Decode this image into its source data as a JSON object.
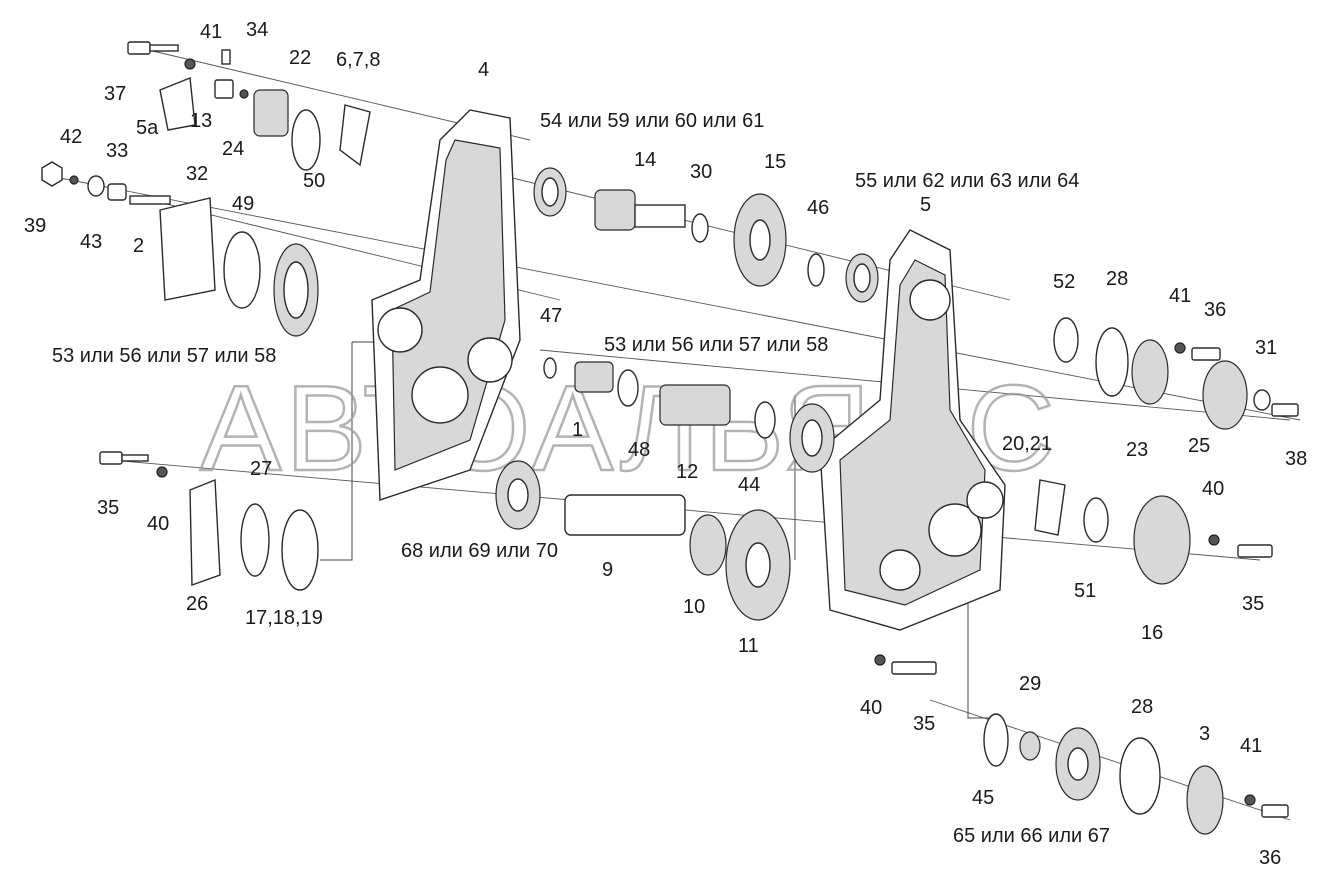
{
  "watermark": "АВТОАЛЬЯНС",
  "labels": {
    "l41a": "41",
    "l34": "34",
    "l22": "22",
    "l678": "6,7,8",
    "l4": "4",
    "l37": "37",
    "l5a": "5а",
    "l13": "13",
    "l24": "24",
    "l54": "54 или 59 или 60 или 61",
    "l42": "42",
    "l33": "33",
    "l32": "32",
    "l50": "50",
    "l14": "14",
    "l30": "30",
    "l15": "15",
    "l55": "55 или 62 или 63 или 64",
    "l39": "39",
    "l43": "43",
    "l2": "2",
    "l49": "49",
    "l46": "46",
    "l5": "5",
    "l52": "52",
    "l28a": "28",
    "l41b": "41",
    "l36a": "36",
    "l47": "47",
    "l53b": "53 или 56 или 57 или 58",
    "l31": "31",
    "l53a": "53 или 56 или 57 или 58",
    "l1": "1",
    "l48": "48",
    "l12": "12",
    "l2021": "20,21",
    "l23": "23",
    "l25": "25",
    "l38": "38",
    "l35a": "35",
    "l27": "27",
    "l40a": "40",
    "l44": "44",
    "l40b": "40",
    "l68": "68 или 69 или 70",
    "l9": "9",
    "l26": "26",
    "l1719": "17,18,19",
    "l10": "10",
    "l51": "51",
    "l35b": "35",
    "l16": "16",
    "l11": "11",
    "l29": "29",
    "l28b": "28",
    "l40c": "40",
    "l35c": "35",
    "l3": "3",
    "l41c": "41",
    "l45": "45",
    "l65": "65 или 66 или 67",
    "l36b": "36"
  }
}
